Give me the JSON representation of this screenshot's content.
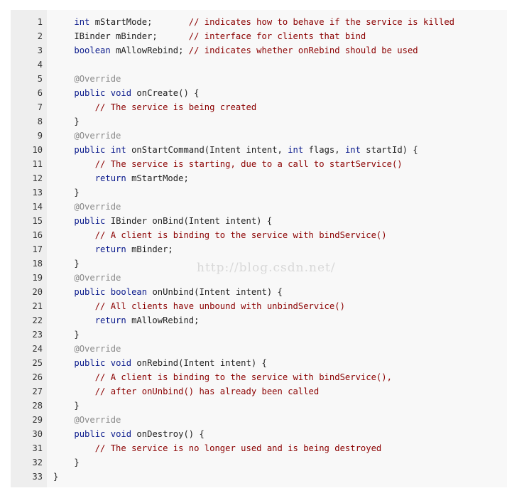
{
  "watermark": "http://blog.csdn.net/",
  "colors": {
    "keyword": "#0a1a8c",
    "comment": "#8b0000",
    "annotation": "#8a8a8a",
    "gutter": "#eeeeee",
    "panel": "#f8f8f8"
  },
  "lines": [
    {
      "n": "1",
      "seg": [
        [
          "    ",
          ""
        ],
        [
          "int",
          "kw"
        ],
        [
          " mStartMode;       ",
          ""
        ],
        [
          "// indicates how to behave if the service is killed",
          "cm"
        ]
      ]
    },
    {
      "n": "2",
      "seg": [
        [
          "    IBinder mBinder;      ",
          ""
        ],
        [
          "// interface for clients that bind",
          "cm"
        ]
      ]
    },
    {
      "n": "3",
      "seg": [
        [
          "    ",
          ""
        ],
        [
          "boolean",
          "kw"
        ],
        [
          " mAllowRebind; ",
          ""
        ],
        [
          "// indicates whether onRebind should be used",
          "cm"
        ]
      ]
    },
    {
      "n": "4",
      "seg": []
    },
    {
      "n": "5",
      "seg": [
        [
          "    ",
          ""
        ],
        [
          "@Override",
          "ann"
        ]
      ]
    },
    {
      "n": "6",
      "seg": [
        [
          "    ",
          ""
        ],
        [
          "public",
          "kw"
        ],
        [
          " ",
          ""
        ],
        [
          "void",
          "kw"
        ],
        [
          " onCreate() {",
          ""
        ]
      ]
    },
    {
      "n": "7",
      "seg": [
        [
          "        ",
          ""
        ],
        [
          "// The service is being created",
          "cm"
        ]
      ]
    },
    {
      "n": "8",
      "seg": [
        [
          "    }",
          ""
        ]
      ]
    },
    {
      "n": "9",
      "seg": [
        [
          "    ",
          ""
        ],
        [
          "@Override",
          "ann"
        ]
      ]
    },
    {
      "n": "10",
      "seg": [
        [
          "    ",
          ""
        ],
        [
          "public",
          "kw"
        ],
        [
          " ",
          ""
        ],
        [
          "int",
          "kw"
        ],
        [
          " onStartCommand(Intent intent, ",
          ""
        ],
        [
          "int",
          "kw"
        ],
        [
          " flags, ",
          ""
        ],
        [
          "int",
          "kw"
        ],
        [
          " startId) {",
          ""
        ]
      ]
    },
    {
      "n": "11",
      "seg": [
        [
          "        ",
          ""
        ],
        [
          "// The service is starting, due to a call to startService()",
          "cm"
        ]
      ]
    },
    {
      "n": "12",
      "seg": [
        [
          "        ",
          ""
        ],
        [
          "return",
          "kw"
        ],
        [
          " mStartMode;",
          ""
        ]
      ]
    },
    {
      "n": "13",
      "seg": [
        [
          "    }",
          ""
        ]
      ]
    },
    {
      "n": "14",
      "seg": [
        [
          "    ",
          ""
        ],
        [
          "@Override",
          "ann"
        ]
      ]
    },
    {
      "n": "15",
      "seg": [
        [
          "    ",
          ""
        ],
        [
          "public",
          "kw"
        ],
        [
          " IBinder onBind(Intent intent) {",
          ""
        ]
      ]
    },
    {
      "n": "16",
      "seg": [
        [
          "        ",
          ""
        ],
        [
          "// A client is binding to the service with bindService()",
          "cm"
        ]
      ]
    },
    {
      "n": "17",
      "seg": [
        [
          "        ",
          ""
        ],
        [
          "return",
          "kw"
        ],
        [
          " mBinder;",
          ""
        ]
      ]
    },
    {
      "n": "18",
      "seg": [
        [
          "    }",
          ""
        ]
      ]
    },
    {
      "n": "19",
      "seg": [
        [
          "    ",
          ""
        ],
        [
          "@Override",
          "ann"
        ]
      ]
    },
    {
      "n": "20",
      "seg": [
        [
          "    ",
          ""
        ],
        [
          "public",
          "kw"
        ],
        [
          " ",
          ""
        ],
        [
          "boolean",
          "kw"
        ],
        [
          " onUnbind(Intent intent) {",
          ""
        ]
      ]
    },
    {
      "n": "21",
      "seg": [
        [
          "        ",
          ""
        ],
        [
          "// All clients have unbound with unbindService()",
          "cm"
        ]
      ]
    },
    {
      "n": "22",
      "seg": [
        [
          "        ",
          ""
        ],
        [
          "return",
          "kw"
        ],
        [
          " mAllowRebind;",
          ""
        ]
      ]
    },
    {
      "n": "23",
      "seg": [
        [
          "    }",
          ""
        ]
      ]
    },
    {
      "n": "24",
      "seg": [
        [
          "    ",
          ""
        ],
        [
          "@Override",
          "ann"
        ]
      ]
    },
    {
      "n": "25",
      "seg": [
        [
          "    ",
          ""
        ],
        [
          "public",
          "kw"
        ],
        [
          " ",
          ""
        ],
        [
          "void",
          "kw"
        ],
        [
          " onRebind(Intent intent) {",
          ""
        ]
      ]
    },
    {
      "n": "26",
      "seg": [
        [
          "        ",
          ""
        ],
        [
          "// A client is binding to the service with bindService(),",
          "cm"
        ]
      ]
    },
    {
      "n": "27",
      "seg": [
        [
          "        ",
          ""
        ],
        [
          "// after onUnbind() has already been called",
          "cm"
        ]
      ]
    },
    {
      "n": "28",
      "seg": [
        [
          "    }",
          ""
        ]
      ]
    },
    {
      "n": "29",
      "seg": [
        [
          "    ",
          ""
        ],
        [
          "@Override",
          "ann"
        ]
      ]
    },
    {
      "n": "30",
      "seg": [
        [
          "    ",
          ""
        ],
        [
          "public",
          "kw"
        ],
        [
          " ",
          ""
        ],
        [
          "void",
          "kw"
        ],
        [
          " onDestroy() {",
          ""
        ]
      ]
    },
    {
      "n": "31",
      "seg": [
        [
          "        ",
          ""
        ],
        [
          "// The service is no longer used and is being destroyed",
          "cm"
        ]
      ]
    },
    {
      "n": "32",
      "seg": [
        [
          "    }",
          ""
        ]
      ]
    },
    {
      "n": "33",
      "seg": [
        [
          "}",
          ""
        ]
      ]
    }
  ]
}
